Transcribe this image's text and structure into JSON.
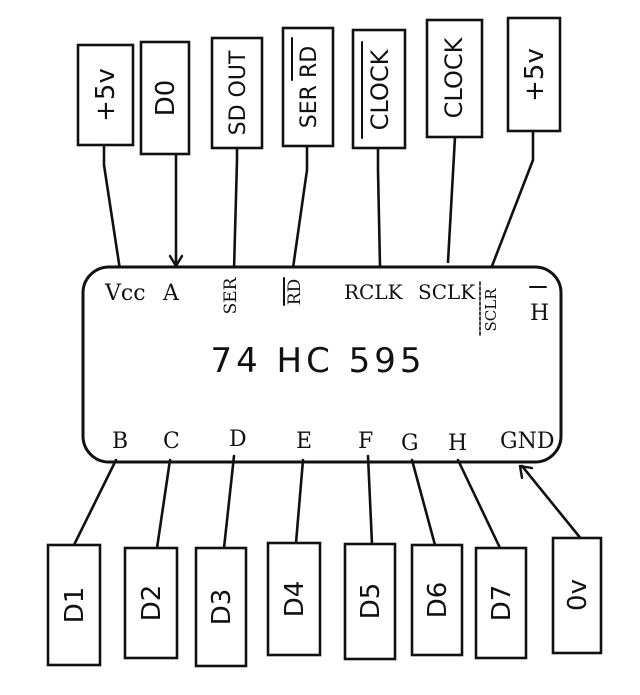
{
  "chip": {
    "part": "74 HC 595"
  },
  "top_pins": {
    "vcc": "Vcc",
    "a": "A",
    "ser": "SER",
    "rd": "RD",
    "rclk": "RCLK",
    "sclk": "SCLK",
    "sclr": "SCLR",
    "h_prime": "H"
  },
  "bottom_pins": {
    "b": "B",
    "c": "C",
    "d": "D",
    "e": "E",
    "f": "F",
    "g": "G",
    "h": "H",
    "gnd": "GND"
  },
  "top_boxes": {
    "plus5v_1": "+5v",
    "d0": "D0",
    "sd_out": "SD OUT",
    "ser_rd": "SER RD",
    "clock_1": "CLOCK",
    "clock_2": "CLOCK",
    "plus5v_2": "+5v"
  },
  "bottom_boxes": {
    "d1": "D1",
    "d2": "D2",
    "d3": "D3",
    "d4": "D4",
    "d5": "D5",
    "d6": "D6",
    "d7": "D7",
    "ov": "0v"
  }
}
